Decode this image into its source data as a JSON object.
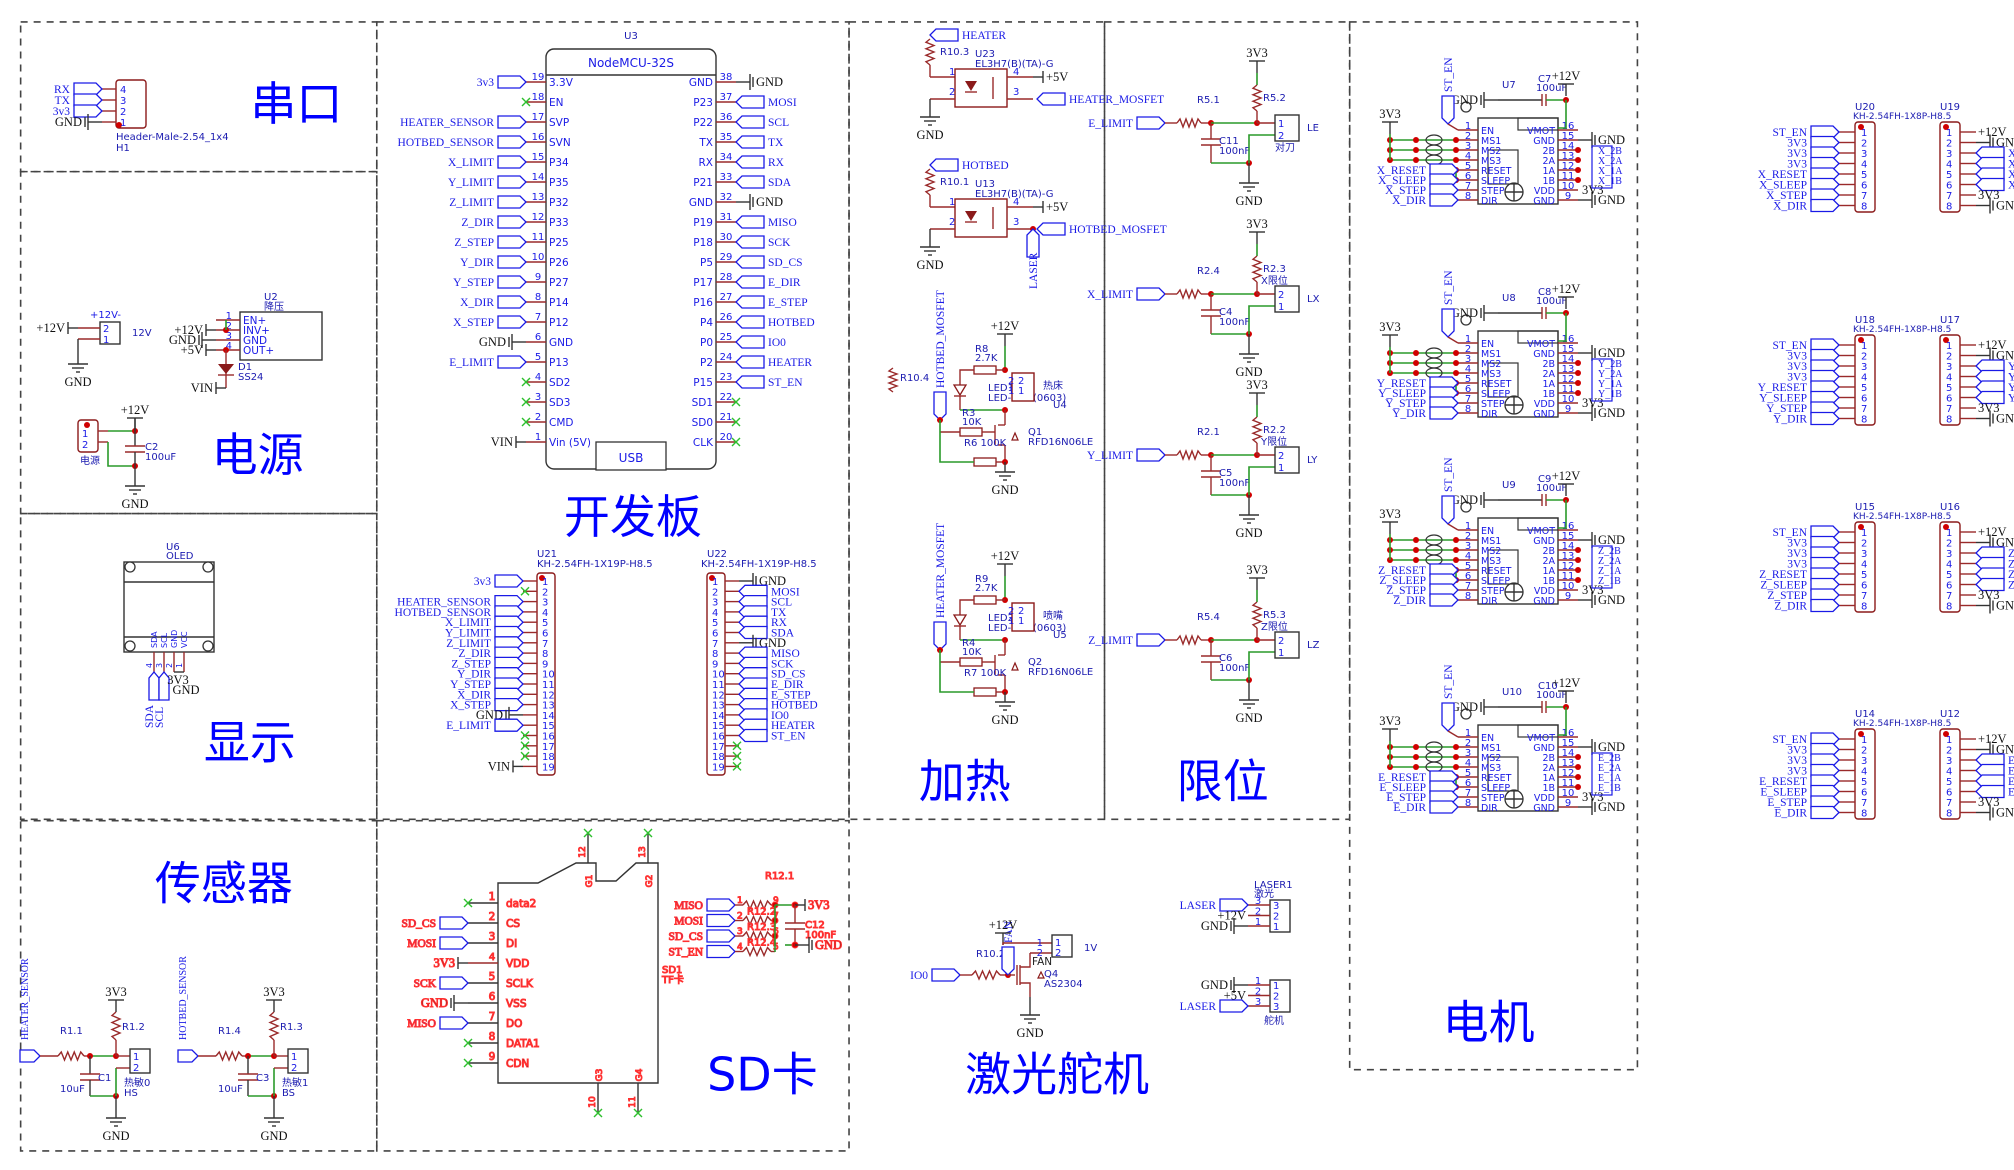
{
  "sections": [
    {
      "id": "serial",
      "title": "串口"
    },
    {
      "id": "power",
      "title": "电源"
    },
    {
      "id": "display",
      "title": "显示"
    },
    {
      "id": "sensor",
      "title": "传感器"
    },
    {
      "id": "devboard",
      "title": "开发板"
    },
    {
      "id": "sdcard",
      "title": "SD卡"
    },
    {
      "id": "heating",
      "title": "加热"
    },
    {
      "id": "limit",
      "title": "限位"
    },
    {
      "id": "laser_servo",
      "title": "激光舵机"
    },
    {
      "id": "motor",
      "title": "电机"
    }
  ],
  "serial": {
    "ref": "H1",
    "value": "Header-Male-2.54_1x4",
    "pins": [
      {
        "num": "4",
        "net": "RX"
      },
      {
        "num": "3",
        "net": "TX"
      },
      {
        "num": "2",
        "net": "3v3"
      },
      {
        "num": "1",
        "net": "GND"
      }
    ]
  },
  "power": {
    "jack12v": {
      "ref": "12V",
      "label": "+12V-",
      "nets": [
        "+12V",
        "GND"
      ],
      "pins": [
        "2",
        "1"
      ]
    },
    "buck": {
      "ref": "U2",
      "value": "降压",
      "pins": [
        {
          "num": "1",
          "name": "EN+"
        },
        {
          "num": "2",
          "name": "INV+",
          "net": "+12V"
        },
        {
          "num": "3",
          "name": "GND",
          "net": "GND"
        },
        {
          "num": "4",
          "name": "OUT+",
          "net": "+5V"
        }
      ]
    },
    "diode": {
      "ref": "D1",
      "value": "SS24",
      "net": "VIN"
    },
    "conn": {
      "ref": "电源",
      "pins": [
        "1",
        "2"
      ]
    },
    "cap": {
      "ref": "C2",
      "value": "100uF",
      "nets": [
        "+12V",
        "GND"
      ]
    }
  },
  "display": {
    "ref": "U6",
    "value": "OLED",
    "pins": [
      {
        "num": "4",
        "name": "SDA",
        "net": "SDA"
      },
      {
        "num": "3",
        "name": "SCL",
        "net": "SCL"
      },
      {
        "num": "2",
        "name": "GND",
        "net": "GND"
      },
      {
        "num": "1",
        "name": "VCC",
        "net": "3V3"
      }
    ]
  },
  "sensor": {
    "channels": [
      {
        "port": "HEATER_SENSOR",
        "r_series": "R1.1",
        "r_pull": "R1.2",
        "cap": "C1",
        "cap_value": "10uF",
        "conn": "热敏0",
        "conn_ref": "HS",
        "supply": "3V3",
        "gnd": "GND"
      },
      {
        "port": "HOTBED_SENSOR",
        "r_series": "R1.4",
        "r_pull": "R1.3",
        "cap": "C3",
        "cap_value": "10uF",
        "conn": "热敏1",
        "conn_ref": "BS",
        "supply": "3V3",
        "gnd": "GND"
      }
    ]
  },
  "devboard": {
    "ref": "U3",
    "value": "NodeMCU-32S",
    "usb": "USB",
    "left": [
      {
        "num": "19",
        "name": "3.3V",
        "net": "3v3"
      },
      {
        "num": "18",
        "name": "EN",
        "net": ""
      },
      {
        "num": "17",
        "name": "SVP",
        "net": "HEATER_SENSOR"
      },
      {
        "num": "16",
        "name": "SVN",
        "net": "HOTBED_SENSOR"
      },
      {
        "num": "15",
        "name": "P34",
        "net": "X_LIMIT"
      },
      {
        "num": "14",
        "name": "P35",
        "net": "Y_LIMIT"
      },
      {
        "num": "13",
        "name": "P32",
        "net": "Z_LIMIT"
      },
      {
        "num": "12",
        "name": "P33",
        "net": "Z_DIR"
      },
      {
        "num": "11",
        "name": "P25",
        "net": "Z_STEP"
      },
      {
        "num": "10",
        "name": "P26",
        "net": "Y_DIR"
      },
      {
        "num": "9",
        "name": "P27",
        "net": "Y_STEP"
      },
      {
        "num": "8",
        "name": "P14",
        "net": "X_DIR"
      },
      {
        "num": "7",
        "name": "P12",
        "net": "X_STEP"
      },
      {
        "num": "6",
        "name": "GND",
        "net": "GND"
      },
      {
        "num": "5",
        "name": "P13",
        "net": "E_LIMIT"
      },
      {
        "num": "4",
        "name": "SD2",
        "net": ""
      },
      {
        "num": "3",
        "name": "SD3",
        "net": ""
      },
      {
        "num": "2",
        "name": "CMD",
        "net": ""
      },
      {
        "num": "1",
        "name": "Vin (5V)",
        "net": "VIN"
      }
    ],
    "right": [
      {
        "num": "38",
        "name": "GND",
        "net": "GND"
      },
      {
        "num": "37",
        "name": "P23",
        "net": "MOSI"
      },
      {
        "num": "36",
        "name": "P22",
        "net": "SCL"
      },
      {
        "num": "35",
        "name": "TX",
        "net": "TX"
      },
      {
        "num": "34",
        "name": "RX",
        "net": "RX"
      },
      {
        "num": "33",
        "name": "P21",
        "net": "SDA"
      },
      {
        "num": "32",
        "name": "GND",
        "net": "GND"
      },
      {
        "num": "31",
        "name": "P19",
        "net": "MISO"
      },
      {
        "num": "30",
        "name": "P18",
        "net": "SCK"
      },
      {
        "num": "29",
        "name": "P5",
        "net": "SD_CS"
      },
      {
        "num": "28",
        "name": "P17",
        "net": "E_DIR"
      },
      {
        "num": "27",
        "name": "P16",
        "net": "E_STEP"
      },
      {
        "num": "26",
        "name": "P4",
        "net": "HOTBED"
      },
      {
        "num": "25",
        "name": "P0",
        "net": "IO0"
      },
      {
        "num": "24",
        "name": "P2",
        "net": "HEATER"
      },
      {
        "num": "23",
        "name": "P15",
        "net": "ST_EN"
      },
      {
        "num": "22",
        "name": "SD1",
        "net": ""
      },
      {
        "num": "21",
        "name": "SD0",
        "net": ""
      },
      {
        "num": "20",
        "name": "CLK",
        "net": ""
      }
    ],
    "header_left": {
      "ref": "U21",
      "value": "KH-2.54FH-1X19P-H8.5",
      "nets": [
        "3v3",
        "",
        "HEATER_SENSOR",
        "HOTBED_SENSOR",
        "X_LIMIT",
        "Y_LIMIT",
        "Z_LIMIT",
        "Z_DIR",
        "Z_STEP",
        "Y_DIR",
        "Y_STEP",
        "X_DIR",
        "X_STEP",
        "GND",
        "E_LIMIT",
        "",
        "",
        "",
        "VIN"
      ]
    },
    "header_right": {
      "ref": "U22",
      "value": "KH-2.54FH-1X19P-H8.5",
      "nets": [
        "GND",
        "MOSI",
        "SCL",
        "TX",
        "RX",
        "SDA",
        "GND",
        "MISO",
        "SCK",
        "SD_CS",
        "E_DIR",
        "E_STEP",
        "HOTBED",
        "IO0",
        "HEATER",
        "ST_EN",
        "",
        "",
        ""
      ]
    }
  },
  "sdcard": {
    "ref": "SD1",
    "value": "TF卡",
    "pins": [
      {
        "num": "1",
        "name": "data2",
        "net": ""
      },
      {
        "num": "2",
        "name": "CS",
        "net": "SD_CS"
      },
      {
        "num": "3",
        "name": "DI",
        "net": "MOSI"
      },
      {
        "num": "4",
        "name": "VDD",
        "net": "3V3"
      },
      {
        "num": "5",
        "name": "SCLK",
        "net": "SCK"
      },
      {
        "num": "6",
        "name": "VSS",
        "net": "GND"
      },
      {
        "num": "7",
        "name": "DO",
        "net": "MISO"
      },
      {
        "num": "8",
        "name": "DATA1",
        "net": ""
      },
      {
        "num": "9",
        "name": "CDN",
        "net": ""
      }
    ],
    "shield": [
      {
        "num": "12",
        "name": "G1"
      },
      {
        "num": "13",
        "name": "G2"
      },
      {
        "num": "10",
        "name": "G3"
      },
      {
        "num": "11",
        "name": "G4"
      }
    ],
    "pullups": {
      "refs": [
        "R12.1",
        "R12.2",
        "R12.3",
        "R12.4"
      ],
      "nets": [
        "MISO",
        "MOSI",
        "SD_CS",
        "ST_EN"
      ],
      "cap": "C12",
      "cap_value": "100nF",
      "supply": "3V3",
      "gnd": "GND"
    }
  },
  "heating": {
    "opto": [
      {
        "ref": "U23",
        "value": "EL3H7(B)(TA)-G",
        "in": "HEATER",
        "r": "R10.3",
        "out": "HEATER_MOSFET",
        "vcc": "+5V",
        "gnd": "GND"
      },
      {
        "ref": "U13",
        "value": "EL3H7(B)(TA)-G",
        "in": "HOTBED",
        "r": "R10.1",
        "out": "HOTBED_MOSFET",
        "vcc": "+5V",
        "gnd": "GND",
        "extra": "LASER"
      }
    ],
    "r_spare": "R10.4",
    "drivers": [
      {
        "port": "HOTBED_MOSFET",
        "supply": "+12V",
        "r_led": "R8",
        "r_led_value": "2.7K",
        "led": "LED1",
        "led_value": "LED-Blue(0603)",
        "r_gate": "R3",
        "r_gate_value": "10K",
        "r_pd": "R6",
        "r_pd_value": "100K",
        "fet": "Q1",
        "fet_value": "RFD16N06LE",
        "conn": "热床",
        "conn_ref": "U4",
        "gnd": "GND"
      },
      {
        "port": "HEATER_MOSFET",
        "supply": "+12V",
        "r_led": "R9",
        "r_led_value": "2.7K",
        "led": "LED2",
        "led_value": "LED-Blue(0603)",
        "r_gate": "R4",
        "r_gate_value": "10K",
        "r_pd": "R7",
        "r_pd_value": "100K",
        "fet": "Q2",
        "fet_value": "RFD16N06LE",
        "conn": "喷嘴",
        "conn_ref": "U5",
        "gnd": "GND"
      }
    ]
  },
  "limit": {
    "channels": [
      {
        "port": "E_LIMIT",
        "r_series": "R5.1",
        "r_pull": "R5.2",
        "cap": "C11",
        "cap_value": "100nF",
        "conn": "LE",
        "conn_label": "对刀",
        "supply": "3V3",
        "gnd": "GND"
      },
      {
        "port": "X_LIMIT",
        "r_series": "R2.4",
        "r_pull": "R2.3",
        "cap": "C4",
        "cap_value": "100nF",
        "conn": "LX",
        "conn_label": "X限位",
        "supply": "3V3",
        "gnd": "GND"
      },
      {
        "port": "Y_LIMIT",
        "r_series": "R2.1",
        "r_pull": "R2.2",
        "cap": "C5",
        "cap_value": "100nF",
        "conn": "LY",
        "conn_label": "Y限位",
        "supply": "3V3",
        "gnd": "GND"
      },
      {
        "port": "Z_LIMIT",
        "r_series": "R5.4",
        "r_pull": "R5.3",
        "cap": "C6",
        "cap_value": "100nF",
        "conn": "LZ",
        "conn_label": "Z限位",
        "supply": "3V3",
        "gnd": "GND"
      }
    ]
  },
  "laser_servo": {
    "fan": {
      "port": "IO0",
      "r": "R10.2",
      "fan_net": "FAN",
      "fet": "Q4",
      "fet_value": "AS2304",
      "fet_label": "FAN",
      "supply": "+12V",
      "gnd": "GND",
      "conn": "1V"
    },
    "laser": {
      "ref": "LASER1",
      "value": "激光",
      "nets": [
        "LASER",
        "+12V",
        "GND"
      ],
      "pins": [
        "3",
        "2",
        "1"
      ]
    },
    "servo": {
      "ref": "舵机",
      "nets": [
        "GND",
        "+5V",
        "LASER"
      ],
      "pins": [
        "1",
        "2",
        "3"
      ]
    }
  },
  "motor": {
    "axes": [
      {
        "axis": "X",
        "driver": "U7",
        "cap": "C7",
        "cap_value": "100uF",
        "hdr_l": "U20",
        "hdr_r": "U19"
      },
      {
        "axis": "Y",
        "driver": "U8",
        "cap": "C8",
        "cap_value": "100uF",
        "hdr_l": "U18",
        "hdr_r": "U17"
      },
      {
        "axis": "Z",
        "driver": "U9",
        "cap": "C9",
        "cap_value": "100uF",
        "hdr_l": "U15",
        "hdr_r": "U16"
      },
      {
        "axis": "E",
        "driver": "U10",
        "cap": "C10",
        "cap_value": "100uF",
        "hdr_l": "U14",
        "hdr_r": "U12"
      }
    ],
    "driver_left": [
      {
        "num": "1",
        "name": "EN"
      },
      {
        "num": "2",
        "name": "MS1"
      },
      {
        "num": "3",
        "name": "MS2"
      },
      {
        "num": "4",
        "name": "MS3"
      },
      {
        "num": "5",
        "name": "RESET"
      },
      {
        "num": "6",
        "name": "SLEEP"
      },
      {
        "num": "7",
        "name": "STEP"
      },
      {
        "num": "8",
        "name": "DIR"
      }
    ],
    "driver_right": [
      {
        "num": "16",
        "name": "VMOT"
      },
      {
        "num": "15",
        "name": "GND"
      },
      {
        "num": "14",
        "name": "2B"
      },
      {
        "num": "13",
        "name": "2A"
      },
      {
        "num": "12",
        "name": "1A"
      },
      {
        "num": "11",
        "name": "1B"
      },
      {
        "num": "10",
        "name": "VDD"
      },
      {
        "num": "9",
        "name": "GND"
      }
    ],
    "header_value": "KH-2.54FH-1X8P-H8.5",
    "st_en": "ST_EN",
    "supply_logic": "3V3",
    "supply_motor": "+12V",
    "gnd": "GND"
  }
}
